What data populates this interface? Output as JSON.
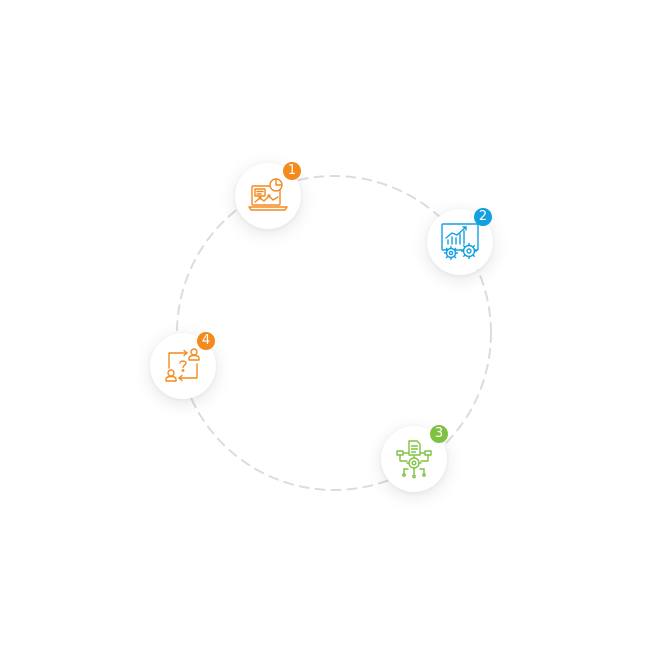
{
  "colors": {
    "orange": "#F28A1E",
    "blue": "#139FE0",
    "green": "#7FC241",
    "ring": "#DCDCDC"
  },
  "steps": [
    {
      "number": "1",
      "icon": "analytics-laptop-icon",
      "color": "#F28A1E"
    },
    {
      "number": "2",
      "icon": "growth-chart-gears-icon",
      "color": "#139FE0"
    },
    {
      "number": "3",
      "icon": "document-workflow-gear-icon",
      "color": "#7FC241"
    },
    {
      "number": "4",
      "icon": "user-exchange-question-icon",
      "color": "#F28A1E"
    }
  ]
}
